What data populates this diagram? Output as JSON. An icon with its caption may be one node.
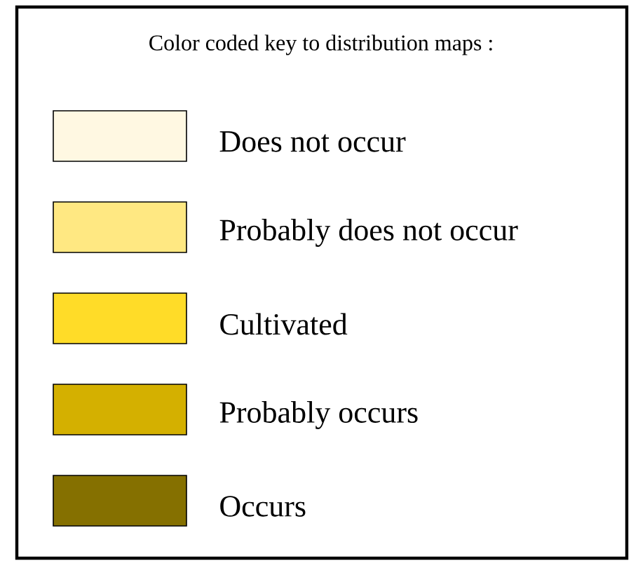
{
  "diagram": {
    "title": "Color coded key to distribution maps :",
    "legend": [
      {
        "text": "Does not occur",
        "color": "#fff8e2"
      },
      {
        "text": "Probably does not occur",
        "color": "#ffe882"
      },
      {
        "text": "Cultivated",
        "color": "#ffdc28"
      },
      {
        "text": "Probably occurs",
        "color": "#d4b000"
      },
      {
        "text": "Occurs",
        "color": "#857000"
      }
    ]
  }
}
